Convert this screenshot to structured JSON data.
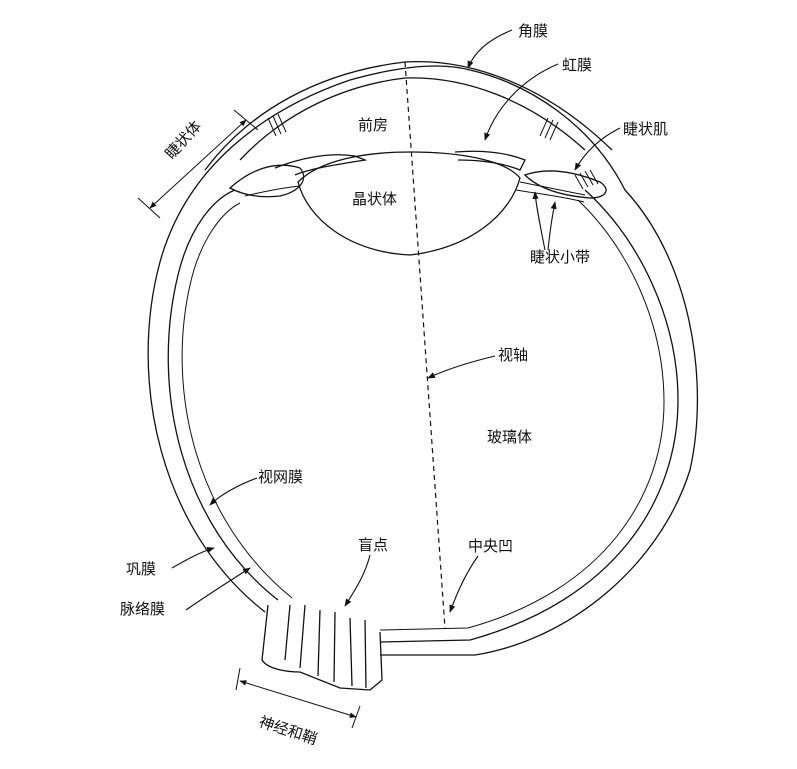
{
  "diagram": {
    "labels": {
      "cornea": "角膜",
      "iris": "虹膜",
      "ciliary_body": "睫状体",
      "ciliary_muscle": "睫状肌",
      "anterior_chamber": "前房",
      "lens": "晶状体",
      "zonule": "睫状小带",
      "visual_axis": "视轴",
      "vitreous": "玻璃体",
      "retina": "视网膜",
      "blind_spot": "盲点",
      "fovea": "中央凹",
      "sclera": "巩膜",
      "choroid": "脉络膜",
      "optic_nerve_sheath": "神经和鞘"
    }
  }
}
